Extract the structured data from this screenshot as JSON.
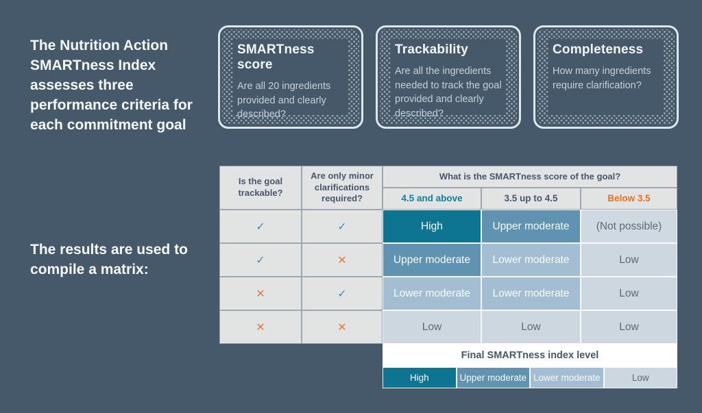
{
  "page": {
    "intro": "The Nutrition Action SMARTness Index assesses three performance criteria for each commitment goal",
    "matrix_intro": "The results are used to compile a matrix:"
  },
  "cards": [
    {
      "title": "SMARTness score",
      "body": "Are all 20 ingredients provided and clearly described?"
    },
    {
      "title": "Trackability",
      "body": "Are all the ingredients needed to track the goal provided and clearly described?"
    },
    {
      "title": "Completeness",
      "body": "How many ingredients require clarification?"
    }
  ],
  "table": {
    "col1_header": "Is the goal trackable?",
    "col2_header": "Are only minor clarifications required?",
    "score_header": "What is the SMARTness score of the goal?",
    "score_cols": [
      "4.5 and above",
      "3.5 up to 4.5",
      "Below 3.5"
    ],
    "rows": [
      {
        "marks": [
          "✓",
          "✓"
        ],
        "cells": [
          {
            "label": "High"
          },
          {
            "label": "Upper moderate"
          },
          {
            "label": "(Not possible)"
          }
        ]
      },
      {
        "marks": [
          "✓",
          "✕"
        ],
        "cells": [
          {
            "label": "Upper moderate"
          },
          {
            "label": "Lower moderate"
          },
          {
            "label": "Low"
          }
        ]
      },
      {
        "marks": [
          "✕",
          "✓"
        ],
        "cells": [
          {
            "label": "Lower moderate"
          },
          {
            "label": "Lower moderate"
          },
          {
            "label": "Low"
          }
        ]
      },
      {
        "marks": [
          "✕",
          "✕"
        ],
        "cells": [
          {
            "label": "Low"
          },
          {
            "label": "Low"
          },
          {
            "label": "Low"
          }
        ]
      }
    ],
    "footer": "Final SMARTness index level",
    "legend": [
      {
        "label": "High"
      },
      {
        "label": "Upper moderate"
      },
      {
        "label": "Lower moderate"
      },
      {
        "label": "Low"
      }
    ]
  },
  "colors": {
    "background": "#46596b",
    "card_border": "#dbe9ea",
    "header_cell_bg": "#e2e3e3",
    "teal_accent": "#0f7f9e",
    "orange_accent": "#ed7118",
    "level_high": "#0d7492",
    "level_upper_moderate": "#6093b1",
    "level_lower_moderate": "#a3bed2",
    "level_low": "#ccd7e0",
    "check_color": "#3f8fb3",
    "cross_color": "#e8773b"
  }
}
